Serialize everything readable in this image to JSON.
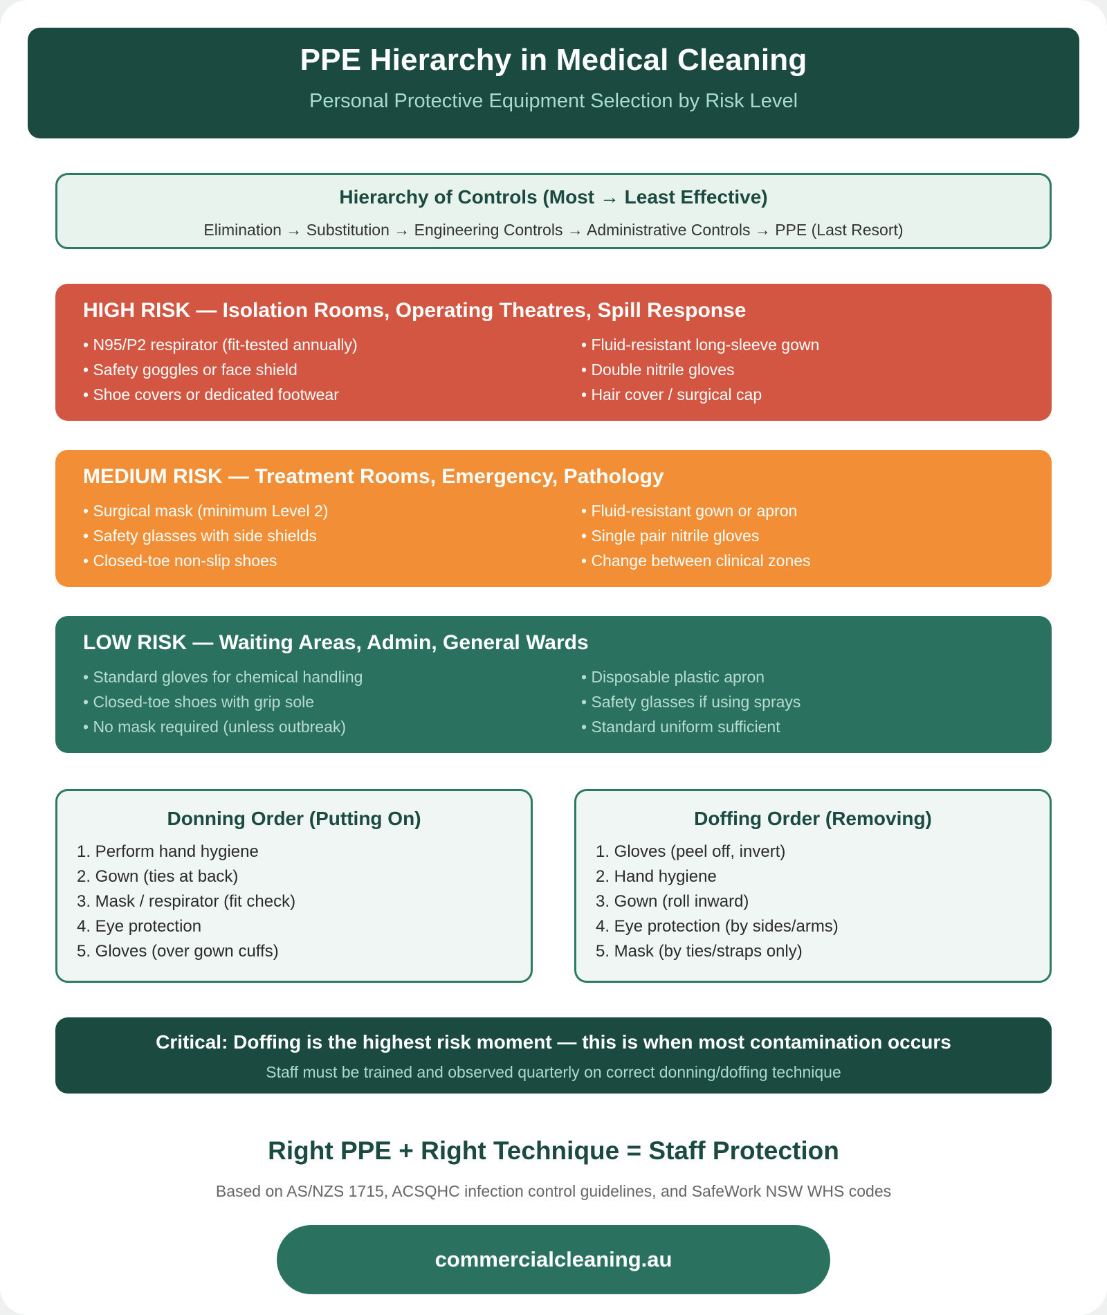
{
  "header": {
    "title": "PPE Hierarchy in Medical Cleaning",
    "subtitle": "Personal Protective Equipment Selection by Risk Level"
  },
  "controls": {
    "title": "Hierarchy of Controls (Most → Least Effective)",
    "chain": "Elimination → Substitution → Engineering Controls → Administrative Controls → PPE (Last Resort)"
  },
  "risk_levels": {
    "high": {
      "title": "HIGH RISK — Isolation Rooms, Operating Theatres, Spill Response",
      "left": [
        "• N95/P2 respirator (fit-tested annually)",
        "• Safety goggles or face shield",
        "• Shoe covers or dedicated footwear"
      ],
      "right": [
        "• Fluid-resistant long-sleeve gown",
        "• Double nitrile gloves",
        "• Hair cover / surgical cap"
      ]
    },
    "medium": {
      "title": "MEDIUM RISK — Treatment Rooms, Emergency, Pathology",
      "left": [
        "• Surgical mask (minimum Level 2)",
        "• Safety glasses with side shields",
        "• Closed-toe non-slip shoes"
      ],
      "right": [
        "• Fluid-resistant gown or apron",
        "• Single pair nitrile gloves",
        "• Change between clinical zones"
      ]
    },
    "low": {
      "title": "LOW RISK — Waiting Areas, Admin, General Wards",
      "left": [
        "• Standard gloves for chemical handling",
        "• Closed-toe shoes with grip sole",
        "• No mask required (unless outbreak)"
      ],
      "right": [
        "• Disposable plastic apron",
        "• Safety glasses if using sprays",
        "• Standard uniform sufficient"
      ]
    }
  },
  "donning": {
    "title": "Donning Order (Putting On)",
    "steps": [
      "1. Perform hand hygiene",
      "2. Gown (ties at back)",
      "3. Mask / respirator (fit check)",
      "4. Eye protection",
      "5. Gloves (over gown cuffs)"
    ]
  },
  "doffing": {
    "title": "Doffing Order (Removing)",
    "steps": [
      "1. Gloves (peel off, invert)",
      "2. Hand hygiene",
      "3. Gown (roll inward)",
      "4. Eye protection (by sides/arms)",
      "5. Mask (by ties/straps only)"
    ]
  },
  "critical": {
    "title": "Critical: Doffing is the highest risk moment — this is when most contamination occurs",
    "subtitle": "Staff must be trained and observed quarterly on correct donning/doffing technique"
  },
  "footer": {
    "tagline": "Right PPE + Right Technique = Staff Protection",
    "sources": "Based on AS/NZS 1715, ACSQHC infection control guidelines, and SafeWork NSW WHS codes",
    "site": "commercialcleaning.au"
  },
  "colors": {
    "dark_green": "#1b4a40",
    "green": "#2a725f",
    "high_risk": "#d25641",
    "medium_risk": "#f28f36",
    "low_risk": "#2a725f"
  }
}
